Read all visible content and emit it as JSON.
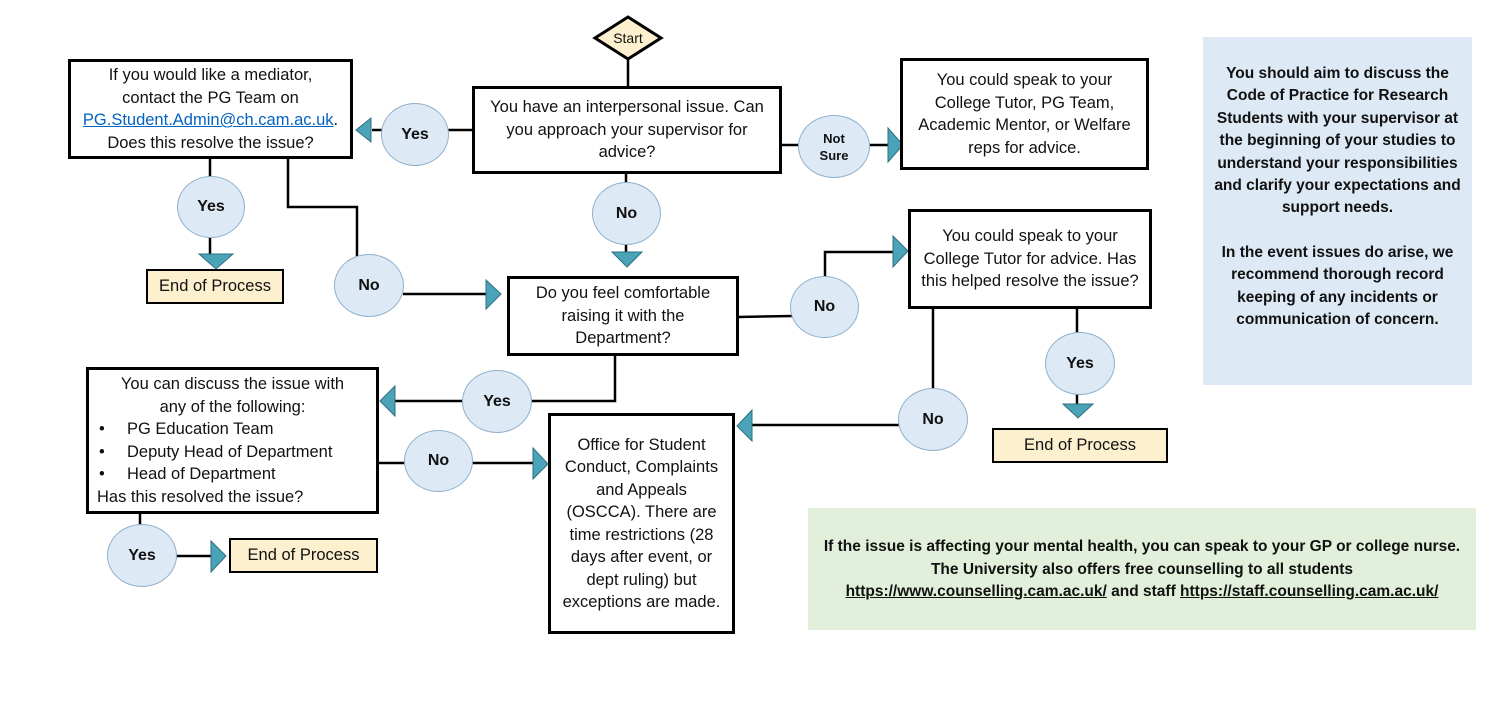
{
  "start": "Start",
  "boxes": {
    "mediator": {
      "line1": "If you would like a mediator,",
      "line2": "contact the PG Team on",
      "email": "PG.Student.Admin@ch.cam.ac.uk",
      "line3": "Does this resolve the issue?"
    },
    "interpersonal": "You have an interpersonal issue. Can you approach your supervisor for advice?",
    "tutor_pg": "You could speak to your College Tutor, PG Team, Academic Mentor, or Welfare reps for advice.",
    "department": "Do you feel comfortable raising it with the Department?",
    "college_tutor": "You could speak to your College Tutor for advice. Has this helped resolve the issue?",
    "discuss": {
      "intro": "You can discuss the issue with any of the following:",
      "items": [
        "PG Education Team",
        "Deputy Head of Department",
        "Head of Department"
      ],
      "outro": "Has this resolved the issue?"
    },
    "oscca": "Office for Student Conduct, Complaints and Appeals (OSCCA). There are time restrictions (28 days after event, or dept ruling) but exceptions are made."
  },
  "end_label": "End of Process",
  "labels": {
    "yes": "Yes",
    "no": "No",
    "not": "Not",
    "sure": "Sure"
  },
  "panels": {
    "blue_p1": "You should aim to discuss the Code of Practice for Research Students with your supervisor at the beginning of your studies to understand your responsibilities and clarify your expectations and support needs.",
    "blue_p2": "In the event issues do arise, we recommend thorough record keeping of any incidents or communication of concern.",
    "green_text": "If the issue is affecting your mental health, you can speak to your GP or college nurse. The University also offers free counselling to all students",
    "green_link1": "https://www.counselling.cam.ac.uk/",
    "green_and": "and staff",
    "green_link2": "https://staff.counselling.cam.ac.uk/"
  },
  "colors": {
    "arrow": "#4ba3b8",
    "oval_fill": "#ddeaf5",
    "end_fill": "#fdf0cf",
    "blue_panel": "#dde9f5",
    "green_panel": "#e2efda"
  }
}
